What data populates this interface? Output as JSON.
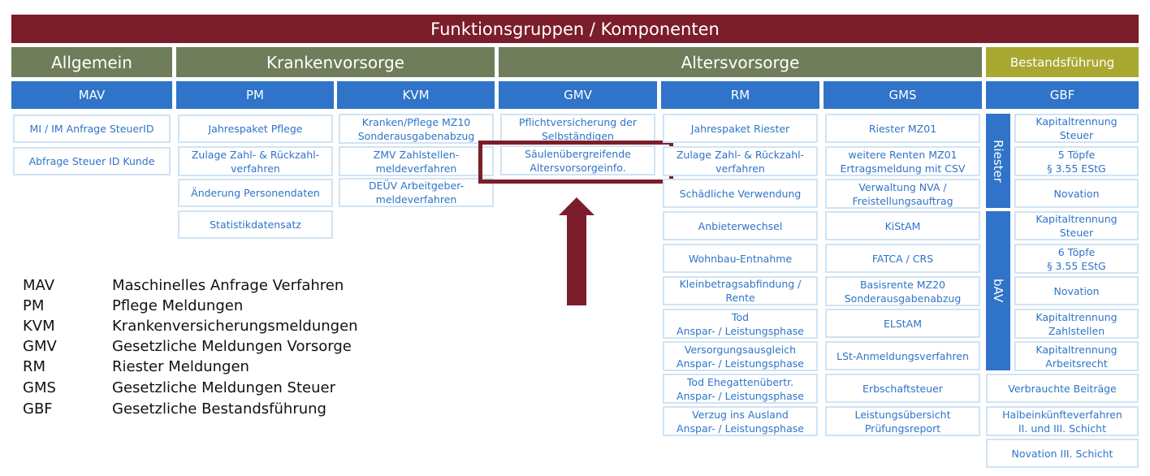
{
  "title": "Funktionsgruppen / Komponenten",
  "groups": {
    "allgemein": "Allgemein",
    "krankenvorsorge": "Krankenvorsorge",
    "altersvorsorge": "Altersvorsorge",
    "bestandsfuehrung": "Bestandsführung"
  },
  "components": {
    "mav": "MAV",
    "pm": "PM",
    "kvm": "KVM",
    "gmv": "GMV",
    "rm": "RM",
    "gms": "GMS",
    "gbf": "GBF"
  },
  "cells": {
    "mav": [
      "MI / IM Anfrage SteuerID",
      "Abfrage Steuer ID Kunde"
    ],
    "pm": [
      "Jahrespaket Pflege",
      "Zulage Zahl- & Rückzahl-\nverfahren",
      "Änderung Personendaten",
      "Statistikdatensatz"
    ],
    "kvm": [
      "Kranken/Pflege MZ10\nSonderausgabenabzug",
      "ZMV Zahlstellen-\nmeldeverfahren",
      "DEÜV Arbeitgeber-\nmeldeverfahren"
    ],
    "gmv": [
      "Pflichtversicherung der\nSelbständigen",
      "Säulenübergreifende\nAltersvorsorgeinfo."
    ],
    "rm": [
      "Jahrespaket Riester",
      "Zulage Zahl- & Rückzahl-\nverfahren",
      "Schädliche Verwendung",
      "Anbieterwechsel",
      "Wohnbau-Entnahme",
      "Kleinbetragsabfindung / Rente",
      "Tod\nAnspar- / Leistungsphase",
      "Versorgungsausgleich\nAnspar- / Leistungsphase",
      "Tod Ehegattenübertr.\nAnspar- / Leistungsphase",
      "Verzug ins Ausland\nAnspar- / Leistungsphase"
    ],
    "gms": [
      "Riester MZ01",
      "weitere Renten MZ01\nErtragsmeldung mit CSV",
      "Verwaltung NVA /\nFreistellungsauftrag",
      "KiStAM",
      "FATCA / CRS",
      "Basisrente MZ20\nSonderausgabenabzug",
      "ELStAM",
      "LSt-Anmeldungsverfahren",
      "Erbschaftsteuer",
      "Leistungsübersicht\nPrüfungsreport"
    ],
    "gbf_riester": [
      "Kapitaltrennung\nSteuer",
      "5 Töpfe\n§ 3.55 EStG",
      "Novation"
    ],
    "gbf_bav": [
      "Kapitaltrennung\nSteuer",
      "6 Töpfe\n§ 3.55 EStG",
      "Novation",
      "Kapitaltrennung\nZahlstellen",
      "Kapitaltrennung\nArbeitsrecht"
    ],
    "gbf_bottom": [
      "Verbrauchte Beiträge",
      "Halbeinkünfteverfahren\nII. und III. Schicht",
      "Novation III. Schicht"
    ]
  },
  "side_labels": {
    "riester": "Riester",
    "bav": "bAV"
  },
  "legend": [
    {
      "abbr": "MAV",
      "text": "Maschinelles Anfrage Verfahren"
    },
    {
      "abbr": "PM",
      "text": "Pflege Meldungen"
    },
    {
      "abbr": "KVM",
      "text": "Krankenversicherungsmeldungen"
    },
    {
      "abbr": "GMV",
      "text": "Gesetzliche Meldungen Vorsorge"
    },
    {
      "abbr": "RM",
      "text": "Riester Meldungen"
    },
    {
      "abbr": "GMS",
      "text": "Gesetzliche Meldungen Steuer"
    },
    {
      "abbr": "GBF",
      "text": "Gesetzliche Bestandsführung"
    }
  ],
  "colors": {
    "title": "#7b1d2a",
    "group": "#6f7d5a",
    "group_bestand": "#a9a831",
    "component": "#2f74c8",
    "cell_text": "#2f74c8",
    "cell_border": "#cfe3f5",
    "highlight": "#7b1d2a"
  }
}
